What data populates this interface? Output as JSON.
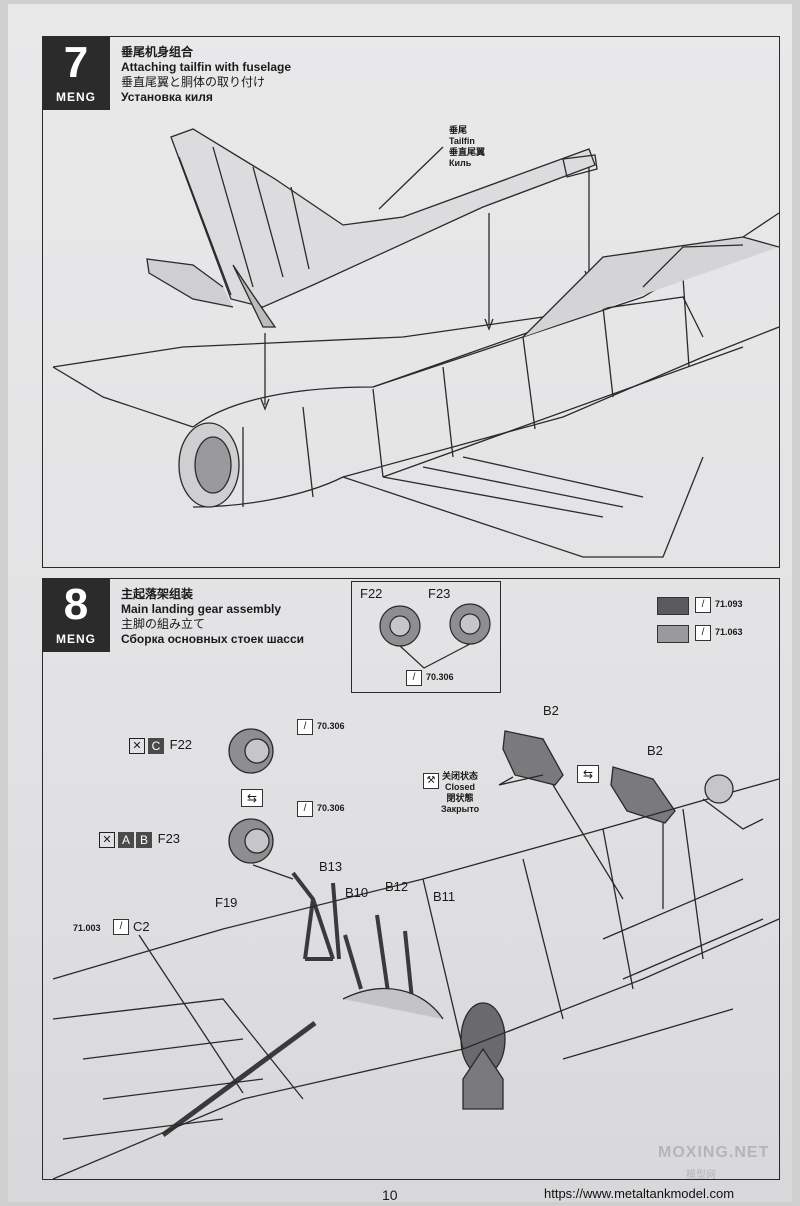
{
  "step7": {
    "number": "7",
    "brand": "MENG",
    "title_cn": "垂尾机身组合",
    "title_en": "Attaching tailfin with fuselage",
    "title_jp": "垂直尾翼と胴体の取り付け",
    "title_ru": "Установка киля",
    "callout_cn": "垂尾",
    "callout_en": "Tailfin",
    "callout_jp": "垂直尾翼",
    "callout_ru": "Киль"
  },
  "step8": {
    "number": "8",
    "brand": "MENG",
    "title_cn": "主起落架组装",
    "title_en": "Main landing gear assembly",
    "title_jp": "主脚の組み立て",
    "title_ru": "Сборка основных стоек шасси",
    "wheelbox": {
      "left": "F22",
      "right": "F23",
      "paint": "70.306"
    },
    "paints": [
      {
        "code": "71.093",
        "color": "#5a5a5c"
      },
      {
        "code": "71.063",
        "color": "#9a9a9c"
      }
    ],
    "parts": {
      "f22_label": "F22",
      "f22_sprue": "C",
      "f22_paint": "70.306",
      "f23_label": "F23",
      "f23_sprue_a": "A",
      "f23_sprue_b": "B",
      "f23_paint": "70.306",
      "b2_top": "B2",
      "b2_right": "B2",
      "closed_cn": "关闭状态",
      "closed_en": "Closed",
      "closed_jp": "閉状態",
      "closed_ru": "Закрыто",
      "b13": "B13",
      "b10": "B10",
      "b12": "B12",
      "b11": "B11",
      "f19": "F19",
      "c2": "C2",
      "c2_paint": "71.003"
    }
  },
  "footer": {
    "page_number": "10",
    "url": "https://www.metaltankmodel.com",
    "watermark": "MOXING.NET",
    "watermark_cn": "模型网"
  }
}
